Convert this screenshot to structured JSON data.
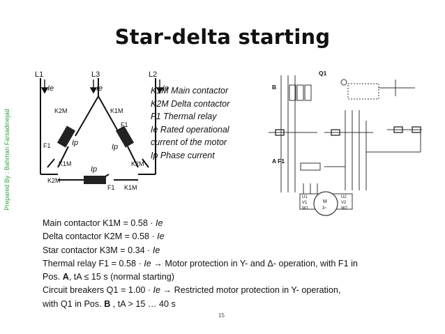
{
  "title": "Star-delta starting",
  "side_label": "Prepared By : Bahman Farsadinejad",
  "legend": [
    "K1M Main contactor",
    "K2M Delta contactor",
    "F1 Thermal relay",
    "Ie Rated operational",
    "current of the motor",
    "Ip Phase current"
  ],
  "left_diagram": {
    "lines": [
      "L1",
      "L3",
      "L2"
    ],
    "labels": [
      "Ie",
      "Ie",
      "Ie",
      "K2M",
      "K1M",
      "F1",
      "Ip",
      "Ip",
      "F1",
      "K1M",
      "K2M",
      "Ip",
      "K2M",
      "F1",
      "K1M"
    ]
  },
  "right_diagram": {
    "labels": [
      "Q1",
      "B",
      "A F1",
      "U1",
      "V1",
      "W1",
      "U2",
      "V2",
      "W2",
      "M",
      "3~"
    ]
  },
  "body_lines": [
    {
      "a": "Main contactor K1M = 0.58 · ",
      "b": "Ie",
      "c": "",
      "d": "",
      "e": "",
      "f": ""
    },
    {
      "a": "Delta contactor K2M = 0.58 · ",
      "b": "Ie",
      "c": "",
      "d": "",
      "e": "",
      "f": ""
    },
    {
      "a": "Star contactor K3M = 0.34 · ",
      "b": "Ie",
      "c": "",
      "d": "",
      "e": "",
      "f": ""
    },
    {
      "a": "Thermal relay F1 = 0.58 · ",
      "b": "Ie",
      "c": " → Motor protection in Y- and Δ- operation, with F1 in",
      "d": "",
      "e": "",
      "f": ""
    },
    {
      "a": "Pos. ",
      "b": "",
      "c": "",
      "d": "A",
      "e": ", tA ≤ 15 s (normal starting)",
      "f": ""
    },
    {
      "a": "Circuit breakers Q1 = 1.00 · ",
      "b": "Ie",
      "c": " → Restricted motor protection in Y- operation,",
      "d": "",
      "e": "",
      "f": ""
    },
    {
      "a": "with Q1 in Pos. ",
      "b": "",
      "c": "",
      "d": "B",
      "e": " , tA > 15 … 40 s",
      "f": ""
    }
  ],
  "page_number": "15"
}
